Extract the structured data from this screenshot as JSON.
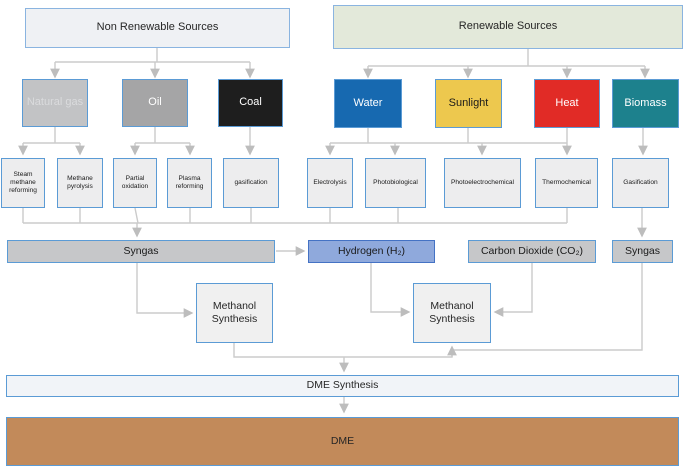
{
  "headers": {
    "non_renewable": "Non Renewable Sources",
    "renewable": "Renewable Sources"
  },
  "sources": [
    {
      "id": "natural-gas",
      "label": "Natural gas",
      "color": "#c2c3c5"
    },
    {
      "id": "oil",
      "label": "Oil",
      "color": "#a5a5a6"
    },
    {
      "id": "coal",
      "label": "Coal",
      "color": "#1e1e1e"
    },
    {
      "id": "water",
      "label": "Water",
      "color": "#1769b0"
    },
    {
      "id": "sunlight",
      "label": "Sunlight",
      "color": "#edc84e"
    },
    {
      "id": "heat",
      "label": "Heat",
      "color": "#e12b26"
    },
    {
      "id": "biomass",
      "label": "Biomass",
      "color": "#1d818d"
    }
  ],
  "processes": [
    {
      "id": "steam-methane-reforming",
      "label": "Steam methane reforming"
    },
    {
      "id": "methane-pyrolysis",
      "label": "Methane pyrolysis"
    },
    {
      "id": "partial-oxidation",
      "label": "Partial oxidation"
    },
    {
      "id": "plasma-reforming",
      "label": "Plasma reforming"
    },
    {
      "id": "gasification-coal",
      "label": "gasification"
    },
    {
      "id": "electrolysis",
      "label": "Electrolysis"
    },
    {
      "id": "photobiological",
      "label": "Photobiological"
    },
    {
      "id": "photoelectrochemical",
      "label": "Photoelectrochemical"
    },
    {
      "id": "thermochemical",
      "label": "Thermochemical"
    },
    {
      "id": "gasification-biomass",
      "label": "Gasification"
    }
  ],
  "intermediates": [
    {
      "id": "syngas-left",
      "label": "Syngas",
      "color": "#c6c7c9"
    },
    {
      "id": "hydrogen",
      "label": "Hydrogen (H₂)",
      "color": "#8fa9dc"
    },
    {
      "id": "carbon-dioxide",
      "label": "Carbon Dioxide (CO₂)",
      "color": "#c6c7c9"
    },
    {
      "id": "syngas-right",
      "label": "Syngas",
      "color": "#c6c7c9"
    }
  ],
  "synthesis": {
    "methanol_left": "Methanol Synthesis",
    "methanol_right": "Methanol Synthesis",
    "dme_synthesis": "DME Synthesis",
    "dme": "DME"
  },
  "colors": {
    "border_blue": "#5b9bd5",
    "hydrogen_border": "#4472c4",
    "line_gray": "#cbcbcb",
    "header_nonrenewable_fill": "#eff1f4",
    "header_renewable_fill": "#e3e9da",
    "process_fill": "#ededee",
    "methanol_fill": "#f0f0f0",
    "dme_synthesis_fill": "#f1f4f8",
    "dme_fill": "#c28a5a"
  }
}
